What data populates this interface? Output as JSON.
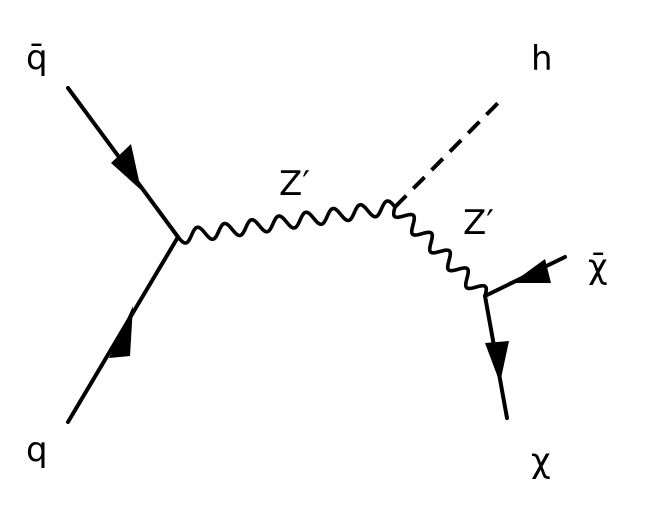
{
  "diagram": {
    "labels": {
      "antiquark": "q̄",
      "quark": "q",
      "higgs": "h",
      "zprime_propagator": "Z′",
      "zprime_outgoing": "Z′",
      "anti_chi": "χ̄",
      "chi": "χ"
    },
    "line_color": "#000000",
    "background": "#ffffff"
  }
}
